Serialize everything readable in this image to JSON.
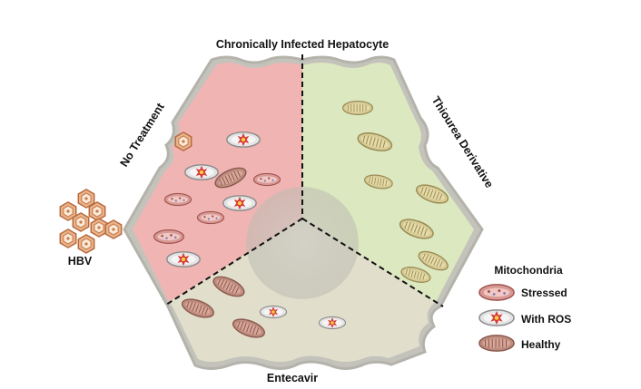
{
  "title": "Chronically Infected Hepatocyte",
  "sections": {
    "no_treatment": {
      "label": "No Treatment",
      "color": "#f1b5b5"
    },
    "thiourea": {
      "label": "Thiourea Derivative",
      "color": "#dde8c1"
    },
    "entecavir": {
      "label": "Entecavir",
      "color": "#e2dfcc"
    }
  },
  "virus": {
    "label": "HBV",
    "icon": "hbv-virion-icon"
  },
  "legend": {
    "title": "Mitochondria",
    "items": [
      {
        "label": "Stressed",
        "icon": "stressed-mitochondrion-icon"
      },
      {
        "label": "With ROS",
        "icon": "ros-mitochondrion-icon"
      },
      {
        "label": "Healthy",
        "icon": "healthy-mitochondrion-icon"
      }
    ]
  },
  "colors": {
    "membrane": "#bcbcb4",
    "nucleus": "#c9c8c0",
    "healthy_mito": "#b98478",
    "thiourea_mito": "#d2c58f",
    "ros_burst": "#d93a3a",
    "virus_shell": "#c97a4a"
  }
}
